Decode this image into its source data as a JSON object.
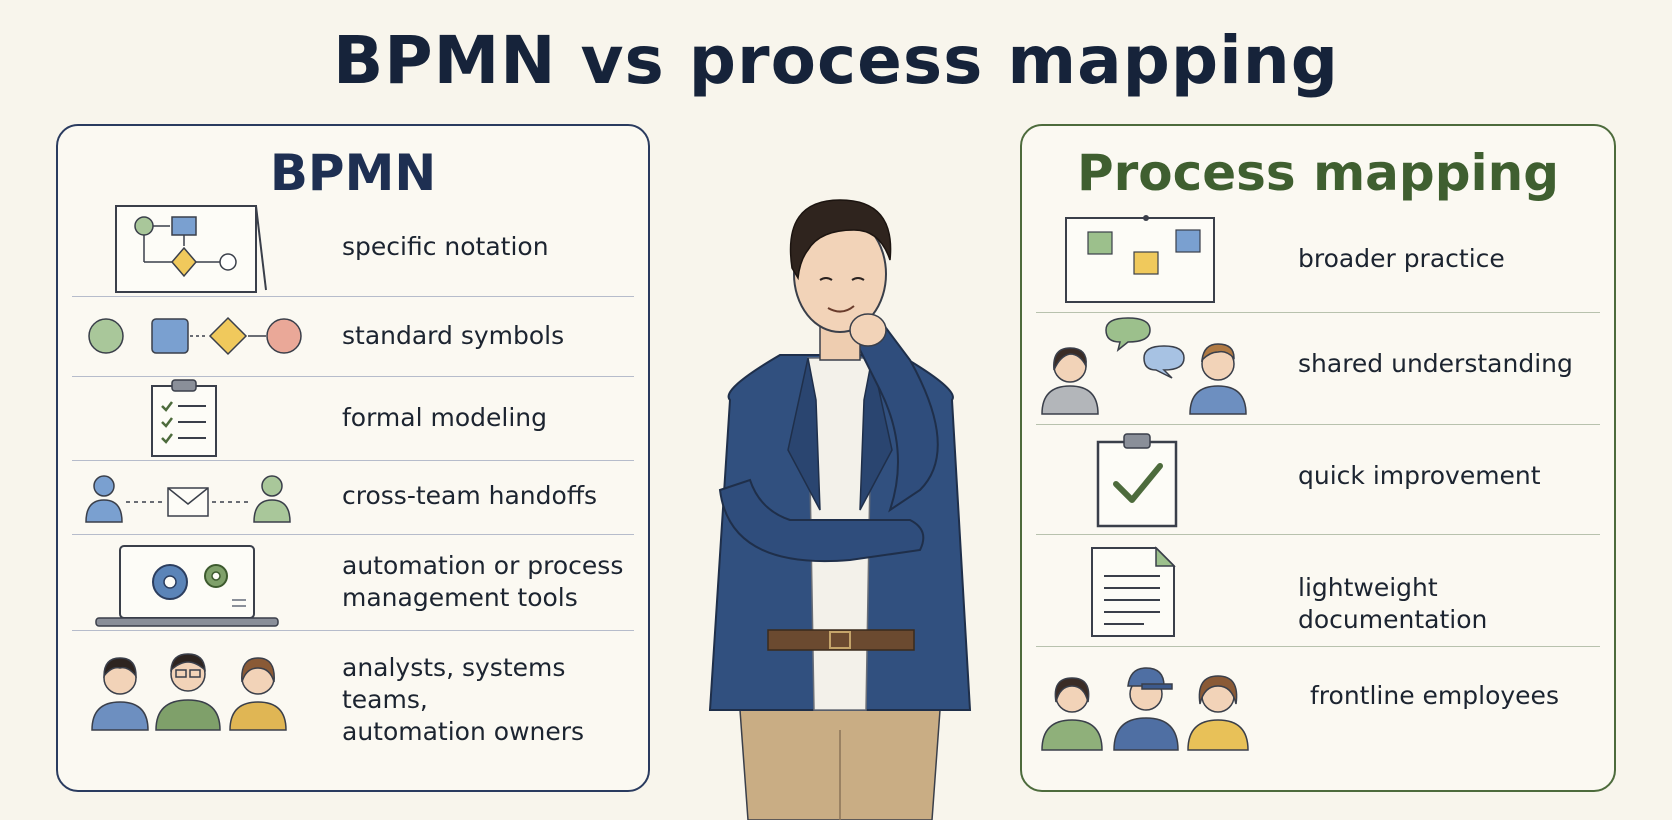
{
  "title": "BPMN vs process mapping",
  "bpmn": {
    "title": "BPMN",
    "items": [
      {
        "label": "specific notation",
        "icon": "bpmn-diagram-board-icon"
      },
      {
        "label": "standard symbols",
        "icon": "bpmn-symbols-icon"
      },
      {
        "label": "formal modeling",
        "icon": "checklist-clipboard-icon"
      },
      {
        "label": "cross-team handoffs",
        "icon": "handoff-envelope-icon"
      },
      {
        "label": "automation or process\nmanagement tools",
        "icon": "laptop-gears-icon"
      },
      {
        "label": "analysts, systems teams,\nautomation owners",
        "icon": "analyst-group-icon"
      }
    ]
  },
  "mapping": {
    "title": "Process mapping",
    "items": [
      {
        "label": "broader practice",
        "icon": "sticky-note-board-icon"
      },
      {
        "label": "shared understanding",
        "icon": "conversation-people-icon"
      },
      {
        "label": "quick improvement",
        "icon": "checkmark-clipboard-icon"
      },
      {
        "label": "lightweight documentation",
        "icon": "document-icon"
      },
      {
        "label": "frontline employees",
        "icon": "frontline-group-icon"
      }
    ]
  },
  "colors": {
    "bpmn_accent": "#2a3b5f",
    "mapping_accent": "#4d6b3c",
    "background": "#f8f5ec"
  }
}
